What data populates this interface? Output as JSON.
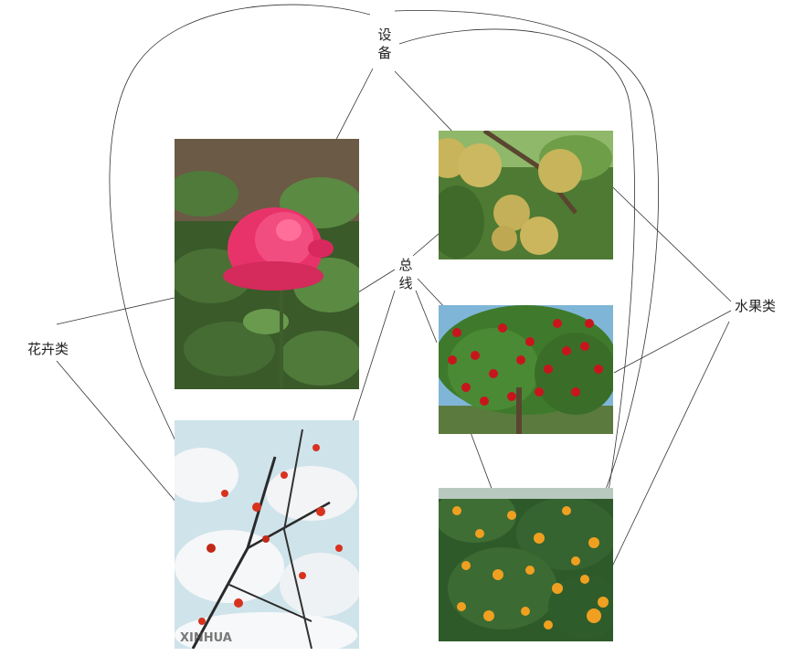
{
  "labels": {
    "equipment": "设\n备",
    "bus": "总\n线",
    "flowers": "花卉类",
    "fruits": "水果类"
  },
  "photos": [
    {
      "subject": "rose-flower",
      "alt": "rose"
    },
    {
      "subject": "plum-blossom-snow",
      "alt": "plum blossom in snow"
    },
    {
      "subject": "pear-tree",
      "alt": "pears"
    },
    {
      "subject": "apple-tree",
      "alt": "apples"
    },
    {
      "subject": "kumquat-tree",
      "alt": "kumquats"
    }
  ],
  "watermark": "XINHUA",
  "colors": {
    "line": "#333333",
    "rose": "#e8336a",
    "leaf": "#4f7a3a",
    "sky": "#cfe3ea",
    "pear": "#c8b45a",
    "apple": "#c8151d",
    "orange": "#f0a020"
  }
}
